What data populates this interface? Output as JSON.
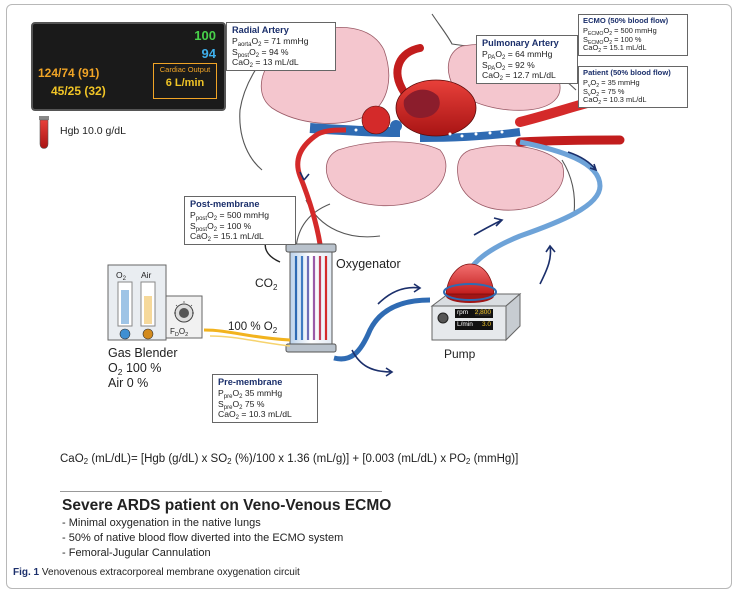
{
  "monitor": {
    "heart_rate": "100",
    "spo2": "94",
    "arterial_bp": "124/74 (91)",
    "pulmonary_bp": "45/25 (32)",
    "cardiac_output_label": "Cardiac Output",
    "cardiac_output_value": "6 L/min"
  },
  "hgb": {
    "label": "Hgb 10.0 g/dL"
  },
  "radial_artery": {
    "title": "Radial Artery",
    "line1_a": "P",
    "line1_sub": "aorta",
    "line1_b": "O",
    "line1_sub2": "2",
    "line1_c": " = 71 mmHg",
    "line2_a": "S",
    "line2_sub": "post",
    "line2_b": "O",
    "line2_sub2": "2",
    "line2_c": " = 94 %",
    "line3_a": "CaO",
    "line3_sub": "2",
    "line3_c": " = 13 mL/dL"
  },
  "pulmonary_artery": {
    "title": "Pulmonary Artery",
    "line1_a": "P",
    "line1_sub": "PA",
    "line1_b": "O",
    "line1_sub2": "2",
    "line1_c": " = 64 mmHg",
    "line2_a": "S",
    "line2_sub": "PA",
    "line2_b": "O",
    "line2_sub2": "2",
    "line2_c": " = 92 %",
    "line3_a": "CaO",
    "line3_sub": "2",
    "line3_c": " = 12.7 mL/dL"
  },
  "ecmo_box": {
    "title": "ECMO (50% blood flow)",
    "line1_a": "P",
    "line1_sub": "ECMO",
    "line1_b": "O",
    "line1_sub2": "2",
    "line1_c": " = 500 mmHg",
    "line2_a": "S",
    "line2_sub": "ECMO",
    "line2_b": "O",
    "line2_sub2": "2",
    "line2_c": " = 100 %",
    "line3_a": "CaO",
    "line3_sub": "2",
    "line3_c": " = 15.1 mL/dL"
  },
  "patient_box": {
    "title": "Patient (50% blood flow)",
    "line1_a": "P",
    "line1_sub": "v",
    "line1_b": "O",
    "line1_sub2": "2",
    "line1_c": " = 35 mmHg",
    "line2_a": "S",
    "line2_sub": "v",
    "line2_b": "O",
    "line2_sub2": "2",
    "line2_c": " = 75 %",
    "line3_a": "CaO",
    "line3_sub": "2",
    "line3_c": " = 10.3 mL/dL"
  },
  "post_membrane": {
    "title": "Post-membrane",
    "line1_a": "P",
    "line1_sub": "post",
    "line1_b": "O",
    "line1_sub2": "2",
    "line1_c": " = 500 mmHg",
    "line2_a": "S",
    "line2_sub": "post",
    "line2_b": "O",
    "line2_sub2": "2",
    "line2_c": " = 100 %",
    "line3_a": "CaO",
    "line3_sub": "2",
    "line3_c": " = 15.1 mL/dL"
  },
  "pre_membrane": {
    "title": "Pre-membrane",
    "line1_a": "P",
    "line1_sub": "pre",
    "line1_b": "O",
    "line1_sub2": "2",
    "line1_c": " 35 mmHg",
    "line2_a": "S",
    "line2_sub": "pre",
    "line2_b": "O",
    "line2_sub2": "2",
    "line2_c": " 75 %",
    "line3_a": "CaO",
    "line3_sub": "2",
    "line3_c": " = 10.3 mL/dL"
  },
  "oxygenator": {
    "label": "Oxygenator",
    "co2_a": "CO",
    "co2_sub": "2"
  },
  "gas_blender": {
    "label": "Gas Blender",
    "o2_label_a": "O",
    "o2_label_sub": "2",
    "air_label": "Air",
    "fdo2_a": "F",
    "fdo2_sub": "D",
    "fdo2_b": "O",
    "fdo2_sub2": "2",
    "o2_setting_a": "O",
    "o2_setting_sub": "2",
    "o2_setting_b": " 100 %",
    "air_setting": "Air 0 %",
    "sweep_a": "100 % O",
    "sweep_sub": "2"
  },
  "pump": {
    "label": "Pump",
    "rpm_label": "rpm",
    "rpm_value": "2,800",
    "flow_label": "L/min",
    "flow_value": "3.0"
  },
  "formula": {
    "p1": "CaO",
    "p1_sub": "2",
    "p2": " (mL/dL)= [Hgb (g/dL) x SO",
    "p2_sub": "2",
    "p3": " (%)/100 x 1.36 (mL/g)] + [0.003 (mL/dL) x PO",
    "p3_sub": "2",
    "p4": " (mmHg)]"
  },
  "summary": {
    "title": "Severe ARDS patient on Veno-Venous ECMO",
    "bullets": [
      "- Minimal oxygenation in the native lungs",
      "- 50% of native blood flow diverted into the ECMO system",
      "- Femoral-Jugular Cannulation"
    ]
  },
  "caption": {
    "label": "Fig. 1",
    "text": "Venovenous extracorporeal membrane oxygenation circuit"
  },
  "colors": {
    "oxygenated": "#d42a2a",
    "deoxygenated": "#2f6bb3",
    "lung": "#f4c6ce",
    "navy": "#1b2f6b"
  }
}
